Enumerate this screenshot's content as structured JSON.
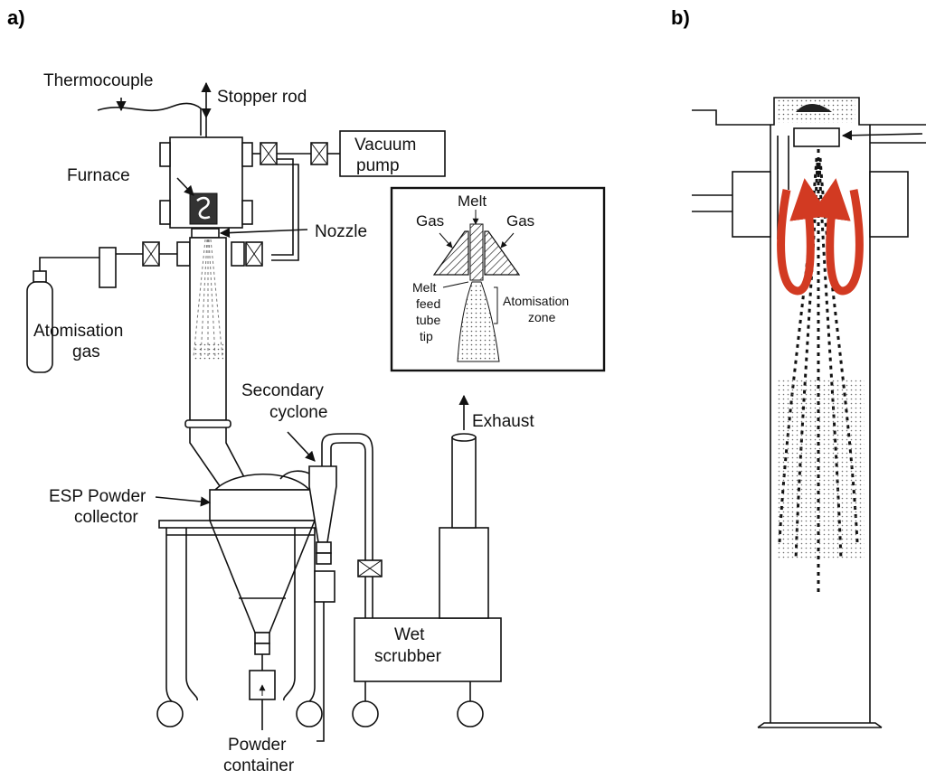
{
  "panels": {
    "a": "a)",
    "b": "b)"
  },
  "labels": {
    "thermocouple": "Thermocouple",
    "stopper_rod": "Stopper rod",
    "vacuum_pump_1": "Vacuum",
    "vacuum_pump_2": "pump",
    "furnace": "Furnace",
    "nozzle": "Nozzle",
    "atomisation_gas_1": "Atomisation",
    "atomisation_gas_2": "gas",
    "secondary_cyclone_1": "Secondary",
    "secondary_cyclone_2": "cyclone",
    "exhaust": "Exhaust",
    "esp_collector_1": "ESP Powder",
    "esp_collector_2": "collector",
    "wet_scrubber_1": "Wet",
    "wet_scrubber_2": "scrubber",
    "powder_container_1": "Powder",
    "powder_container_2": "container"
  },
  "inset": {
    "melt": "Melt",
    "gas_left": "Gas",
    "gas_right": "Gas",
    "melt_feed_1": "Melt",
    "melt_feed_2": "feed",
    "melt_feed_3": "tube",
    "melt_feed_4": "tip",
    "atomisation_zone_1": "Atomisation",
    "atomisation_zone_2": "zone"
  },
  "colors": {
    "recirculation": "#d23a22",
    "line": "#111111"
  }
}
